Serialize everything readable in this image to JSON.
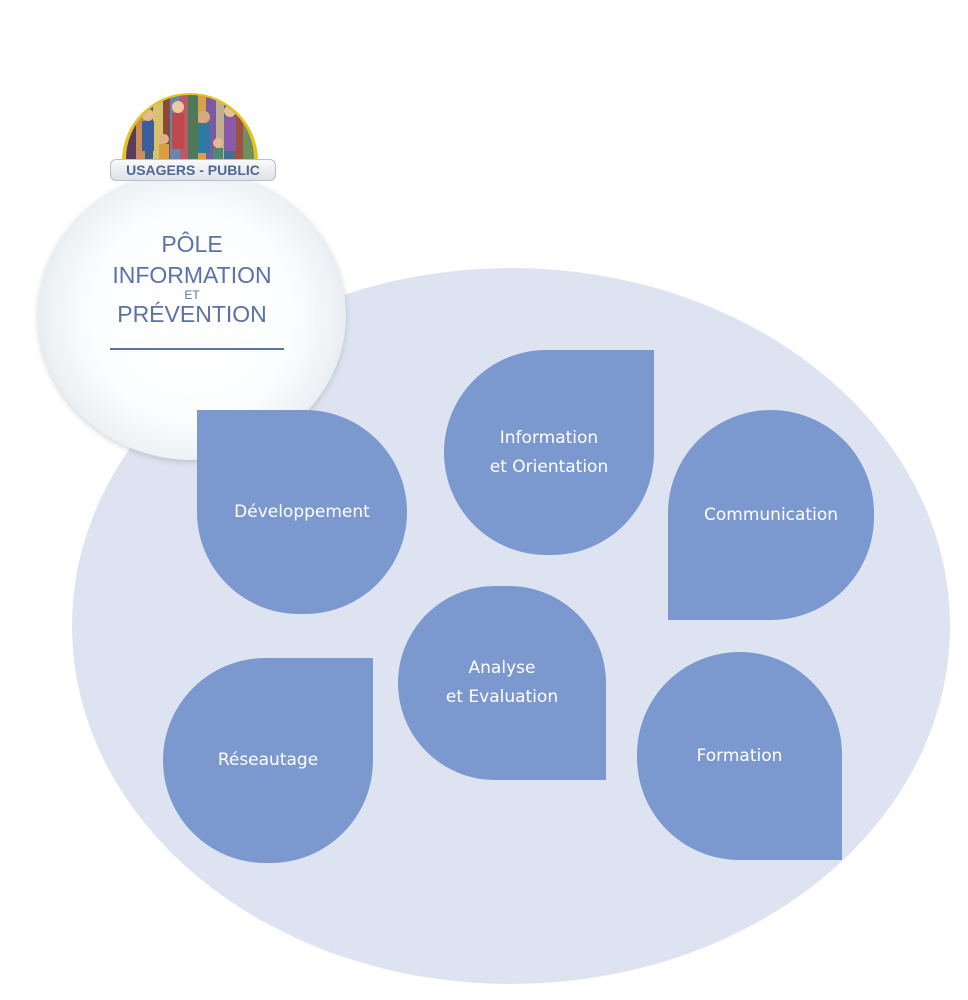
{
  "badge": {
    "label": "USAGERS - PUBLIC",
    "image": "people-painting-icon"
  },
  "hub": {
    "line1": "PÔLE",
    "line2": "INFORMATION",
    "line3": "ET",
    "line4": "PRÉVENTION"
  },
  "petals": {
    "developpement": "Développement",
    "information_l1": "Information",
    "information_l2": "et Orientation",
    "communication": "Communication",
    "analyse_l1": "Analyse",
    "analyse_l2": "et Evaluation",
    "reseautage": "Réseautage",
    "formation": "Formation"
  },
  "colors": {
    "petal": "#7b98cf",
    "ellipse": "#dde3f0",
    "hub_text": "#5a72a8"
  }
}
